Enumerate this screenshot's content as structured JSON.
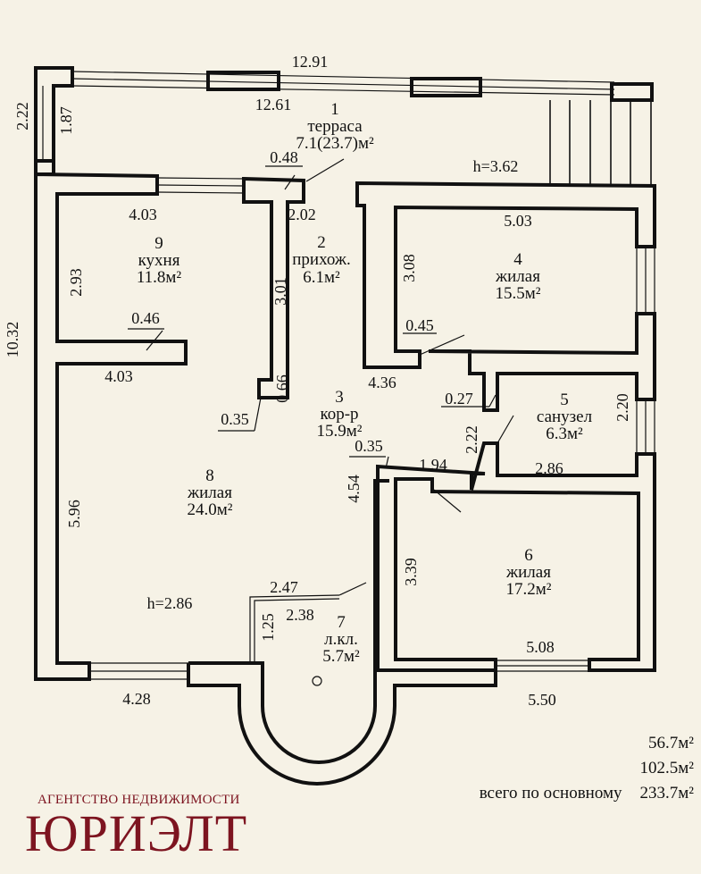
{
  "plan": {
    "rooms": [
      {
        "num": "1",
        "name": "терраса",
        "area": "7.1(23.7)м²"
      },
      {
        "num": "2",
        "name": "прихож.",
        "area": "6.1м²"
      },
      {
        "num": "3",
        "name": "кор-р",
        "area": "15.9м²"
      },
      {
        "num": "4",
        "name": "жилая",
        "area": "15.5м²"
      },
      {
        "num": "5",
        "name": "санузел",
        "area": "6.3м²"
      },
      {
        "num": "6",
        "name": "жилая",
        "area": "17.2м²"
      },
      {
        "num": "7",
        "name": "л.кл.",
        "area": "5.7м²"
      },
      {
        "num": "8",
        "name": "жилая",
        "area": "24.0м²"
      },
      {
        "num": "9",
        "name": "кухня",
        "area": "11.8м²"
      }
    ],
    "dimensions": {
      "terrace_outer_width": "12.91",
      "terrace_inner_width": "12.61",
      "terrace_outer_depth": "2.22",
      "terrace_inner_depth": "1.87",
      "terrace_height": "h=3.62",
      "entry_door": "0.48",
      "hall_width": "2.02",
      "hall_length": "3.01",
      "hall_niche": "0.66",
      "hall_door": "0.35",
      "kitchen_top": "4.03",
      "kitchen_side": "2.93",
      "kitchen_door": "0.46",
      "living8_top": "4.03",
      "living8_side": "5.96",
      "living8_bottom": "4.28",
      "floor_height": "h=2.86",
      "building_depth": "10.32",
      "corridor_length": "4.36",
      "corridor_door": "0.35",
      "corridor_side": "4.54",
      "corridor_end": "1.94",
      "room4_top": "5.03",
      "room4_side": "3.08",
      "room4_door": "0.45",
      "bath_door": "0.27",
      "bath_side_left": "2.22",
      "bath_side_right": "2.20",
      "bath_bottom": "2.86",
      "room6_side": "3.39",
      "room6_bottom": "5.08",
      "room6_outer": "5.50",
      "stair_top": "2.47",
      "stair_inner": "2.38",
      "stair_side": "1.25"
    }
  },
  "totals": {
    "rows": [
      {
        "caption": "",
        "value": "56.7м²"
      },
      {
        "caption": "",
        "value": "102.5м²"
      },
      {
        "caption": "всего по основному",
        "value": "233.7м²"
      }
    ]
  },
  "brand": {
    "subtitle": "АГЕНТСТВО НЕДВИЖИМОСТИ",
    "name": "ЮРИЭЛТ",
    "color": "#7d1420"
  }
}
